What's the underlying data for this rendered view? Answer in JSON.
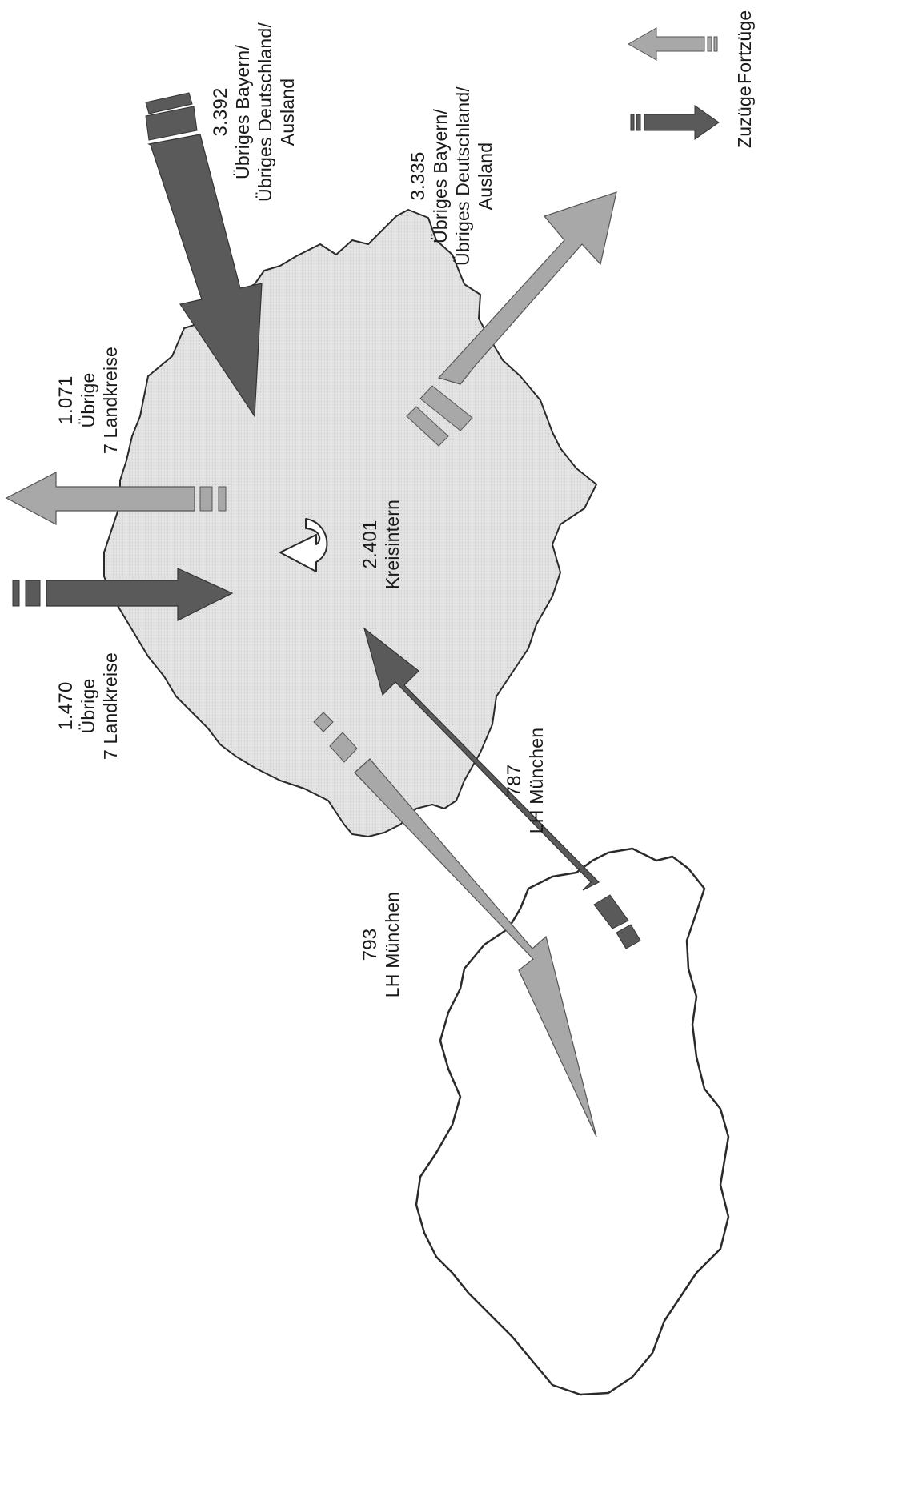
{
  "legend": {
    "zuzuege": "Zuzüge",
    "fortzuege": "Fortzüge"
  },
  "flows": {
    "ext_in": {
      "value": "3.392",
      "line1": "Übriges Bayern/",
      "line2": "Übriges Deutschland/",
      "line3": "Ausland"
    },
    "ext_out": {
      "value": "3.335",
      "line1": "Übriges Bayern/",
      "line2": "Übriges Deutschland/",
      "line3": "Ausland"
    },
    "lk_out": {
      "value": "1.071",
      "line1": "Übrige",
      "line2": "7 Landkreise"
    },
    "lk_in": {
      "value": "1.470",
      "line1": "Übrige",
      "line2": "7 Landkreise"
    },
    "internal": {
      "value": "2.401",
      "line1": "Kreisintern"
    },
    "muc_in": {
      "value": "787",
      "line1": "LH München"
    },
    "muc_out": {
      "value": "793",
      "line1": "LH München"
    }
  },
  "colors": {
    "zuzug": "#5a5a5a",
    "fortzug": "#a8a8a8",
    "district_fill": "#dedede",
    "outline": "#2a2a2a"
  }
}
